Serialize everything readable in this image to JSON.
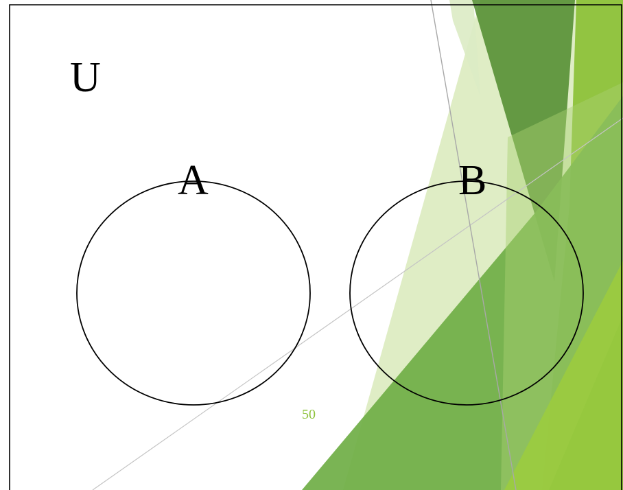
{
  "slide": {
    "universe_label": "U",
    "sets": [
      {
        "label": "A"
      },
      {
        "label": "B"
      }
    ],
    "page_number": "50"
  },
  "theme": {
    "accent_light": "#d5e8b5",
    "accent_mid": "#6fae45",
    "accent_dark": "#4f8a2b",
    "accent_lime": "#8dc23a",
    "page_number_color": "#8dc23a",
    "outline_color": "#000000"
  }
}
